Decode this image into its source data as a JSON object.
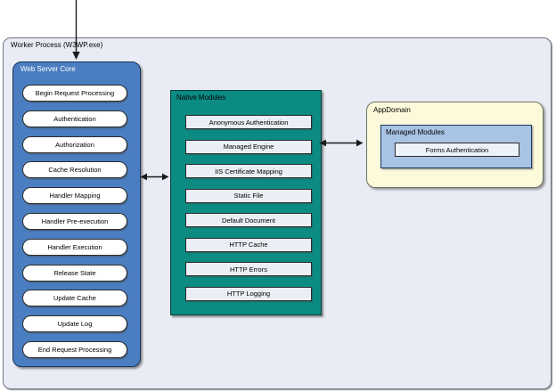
{
  "worker_process": {
    "label": "Worker Process (W3WP.exe)"
  },
  "web_server_core": {
    "label": "Web Server Core",
    "events": [
      "Begin Request Processing",
      "Authentication",
      "Authorization",
      "Cache Resolution",
      "Handler Mapping",
      "Handler Pre-execution",
      "Handler Execution",
      "Release State",
      "Update Cache",
      "Update Log",
      "End Request Processing"
    ]
  },
  "native_modules": {
    "label": "Native Modules",
    "modules": [
      "Anonymous Authentication",
      "Managed Engine",
      "IIS Certificate Mapping",
      "Static File",
      "Default Document",
      "HTTP Cache",
      "HTTP Errors",
      "HTTP Logging"
    ]
  },
  "app_domain": {
    "label": "AppDomain",
    "managed_modules": {
      "label": "Managed Modules",
      "modules": [
        "Forms Authentication"
      ]
    }
  },
  "connections": [
    "request-in-to-web-server-core",
    "web-server-core-to-native-modules",
    "managed-engine-to-appdomain"
  ],
  "colors": {
    "container_fill": "#e9ecf4",
    "web_server_core_fill": "#4a7ec0",
    "native_modules_fill": "#0b8b82",
    "app_domain_fill": "#fcfada",
    "managed_modules_fill": "#a9c3e5",
    "module_box_fill": "#eceef5",
    "arrow": "#1a1a1a"
  }
}
